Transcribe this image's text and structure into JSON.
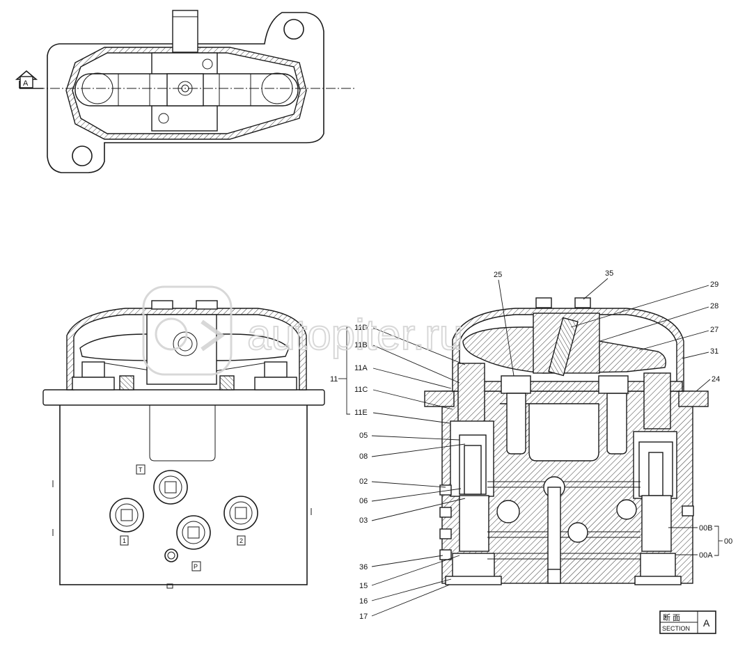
{
  "top_view": {
    "section_mark": "A"
  },
  "front_view": {
    "port_labels": {
      "tank": "T",
      "port1": "1",
      "port2": "2",
      "pressure": "P"
    }
  },
  "section_view": {
    "callouts_top": {
      "c25": "25",
      "c35": "35"
    },
    "callouts_right": {
      "c29": "29",
      "c28": "28",
      "c27": "27",
      "c31": "31",
      "c24": "24",
      "c00B": "00B",
      "c00A": "00A",
      "c00": "00"
    },
    "group_11": {
      "label": "11",
      "items": [
        "11D",
        "11B",
        "11A",
        "11C",
        "11E"
      ]
    },
    "callouts_left": [
      "05",
      "08",
      "02",
      "06",
      "03",
      "36",
      "15",
      "16",
      "17"
    ],
    "title_block": {
      "jp": "断 面",
      "en": "SECTION",
      "letter": "A"
    }
  },
  "watermark": {
    "text": "autopiter.ru"
  }
}
